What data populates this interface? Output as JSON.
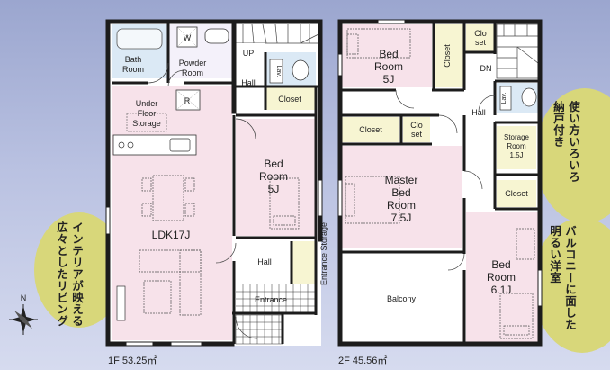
{
  "floor1": {
    "bath": [
      "Bath",
      "Room"
    ],
    "washer_mark": "W",
    "powder": [
      "Powder",
      "Room"
    ],
    "up": "UP",
    "hall_top": "Hall",
    "lav": "Lav.",
    "closet": "Closet",
    "underfloor": [
      "Under",
      "Floor",
      "Storage"
    ],
    "r_mark": "R",
    "bed": [
      "Bed",
      "Room",
      "5J"
    ],
    "ldk": "LDK17J",
    "hall": "Hall",
    "entrance": "Entrance",
    "entrance_storage": "Entrance Storage",
    "area": "1F  53.25㎡"
  },
  "floor2": {
    "bed_top": [
      "Bed",
      "Room",
      "5J"
    ],
    "closet_v": "Closet",
    "cl_set_top": [
      "Clo",
      "set"
    ],
    "dn": "DN",
    "lav": "Lav.",
    "hall": "Hall",
    "closet_a": "Closet",
    "cl_set_b": [
      "Clo",
      "set"
    ],
    "master": [
      "Master",
      "Bed",
      "Room",
      "7.5J"
    ],
    "storage": [
      "Storage",
      "Room",
      "1.5J"
    ],
    "closet_r": "Closet",
    "balcony": "Balcony",
    "bed_right": [
      "Bed",
      "Room",
      "6.1J"
    ],
    "area": "2F  45.56㎡"
  },
  "callouts": {
    "left": [
      "インテリアが映える",
      "広々としたリビング"
    ],
    "right_top": [
      "使い方いろいろ",
      "納戸付き"
    ],
    "right_bottom": [
      "バルコニーに面した",
      "明るい洋室"
    ]
  },
  "compass": "N",
  "colors": {
    "room_pink": "#f7e2ea",
    "wall": "#1c1c1c",
    "closet_yellow": "#f7f5d2",
    "bubble": "#d8d77a"
  }
}
